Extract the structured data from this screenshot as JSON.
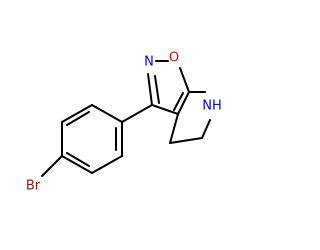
{
  "molecule": {
    "atoms": {
      "n_ring": {
        "symbol": "N",
        "color": "#0000ff"
      },
      "o_ring": {
        "symbol": "O",
        "color": "#ff0000"
      },
      "nh": {
        "symbol": "NH",
        "color": "#0000ff"
      },
      "br": {
        "symbol": "Br",
        "color": "#8b1a1a"
      }
    }
  }
}
